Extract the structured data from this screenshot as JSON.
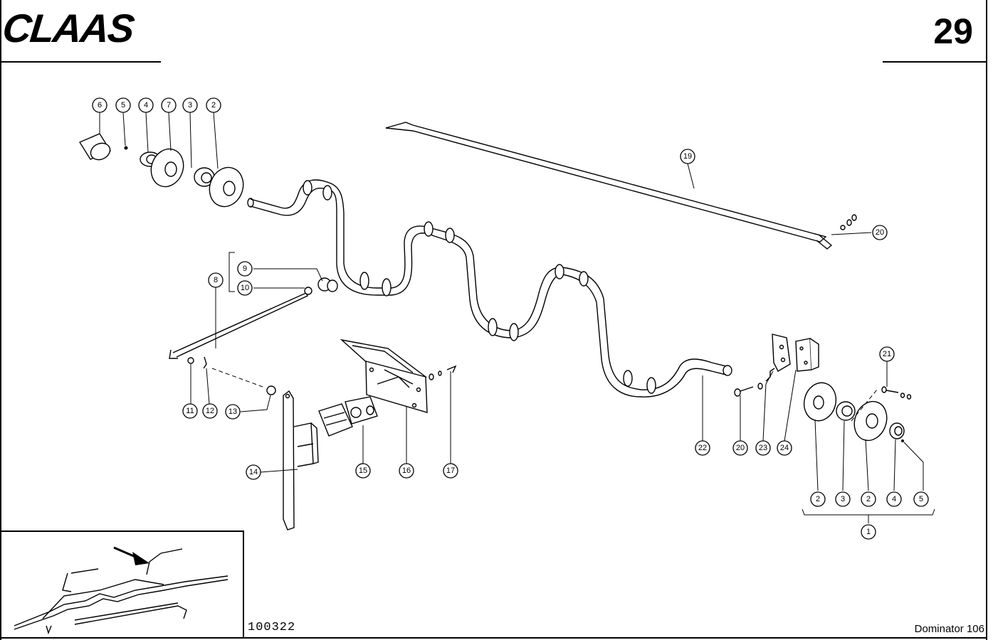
{
  "header": {
    "brand": "CLAAS",
    "page_number": "29"
  },
  "footer": {
    "document_code": "100322",
    "model": "Dominator 106"
  },
  "callouts": [
    "6",
    "5",
    "4",
    "7",
    "3",
    "2",
    "19",
    "20",
    "9",
    "10",
    "8",
    "11",
    "12",
    "13",
    "14",
    "15",
    "16",
    "17",
    "22",
    "20",
    "23",
    "24",
    "21",
    "2",
    "3",
    "2",
    "4",
    "5",
    "1"
  ],
  "icons": {
    "direction_arrow": "arrow-pointer-icon"
  }
}
